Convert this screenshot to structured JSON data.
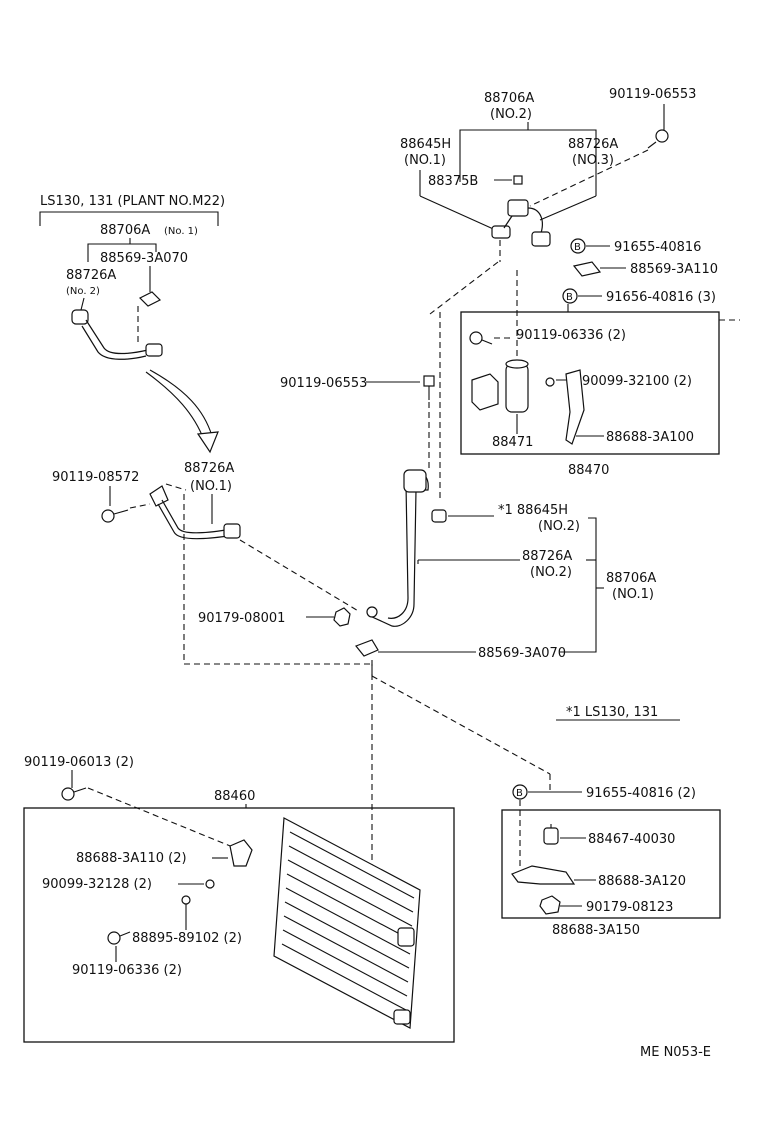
{
  "labels": {
    "p88706A_no2": "88706A",
    "p88706A_no2_sub": "(NO.2)",
    "p90119_06553_top": "90119-06553",
    "p88645H_no1": "88645H",
    "p88645H_no1_sub": "(NO.1)",
    "p88726A_no3": "88726A",
    "p88726A_no3_sub": "(NO.3)",
    "p88375B": "88375B",
    "p91655_40816": "91655-40816",
    "p88569_3A110": "88569-3A110",
    "p91656_40816": "91656-40816 (3)",
    "p90119_06336_r": "90119-06336 (2)",
    "p90099_32100": "90099-32100 (2)",
    "p88471": "88471",
    "p88688_3A100": "88688-3A100",
    "p88470": "88470",
    "p90119_06553_mid": "90119-06553",
    "ls_header": "LS130, 131 (PLANT NO.M22)",
    "ls_88706A": "88706A",
    "ls_88706A_sub": "(No. 1)",
    "ls_88569": "88569-3A070",
    "ls_88726A": "88726A",
    "ls_88726A_sub": "(No. 2)",
    "p90119_08572": "90119-08572",
    "p88726A_no1": "88726A",
    "p88726A_no1_sub": "(NO.1)",
    "p88645H_no2": "*1  88645H",
    "p88645H_no2_sub": "(NO.2)",
    "p88726A_no2": "88726A",
    "p88726A_no2_sub": "(NO.2)",
    "p88706A_no1": "88706A",
    "p88706A_no1_sub": "(NO.1)",
    "p90179_08001": "90179-08001",
    "p88569_3A070": "88569-3A070",
    "note_star1": "*1  LS130, 131",
    "p90119_06013": "90119-06013 (2)",
    "p88460": "88460",
    "p88688_3A110": "88688-3A110 (2)",
    "p90099_32128": "90099-32128 (2)",
    "p88895_89102": "88895-89102 (2)",
    "p90119_06336_l": "90119-06336 (2)",
    "p91655_40816_2": "91655-40816 (2)",
    "p88467_40030": "88467-40030",
    "p88688_3A120": "88688-3A120",
    "p90179_08123": "90179-08123",
    "p88688_3A150": "88688-3A150",
    "footer_code": "ME  N053-E",
    "marker_b": "B"
  }
}
